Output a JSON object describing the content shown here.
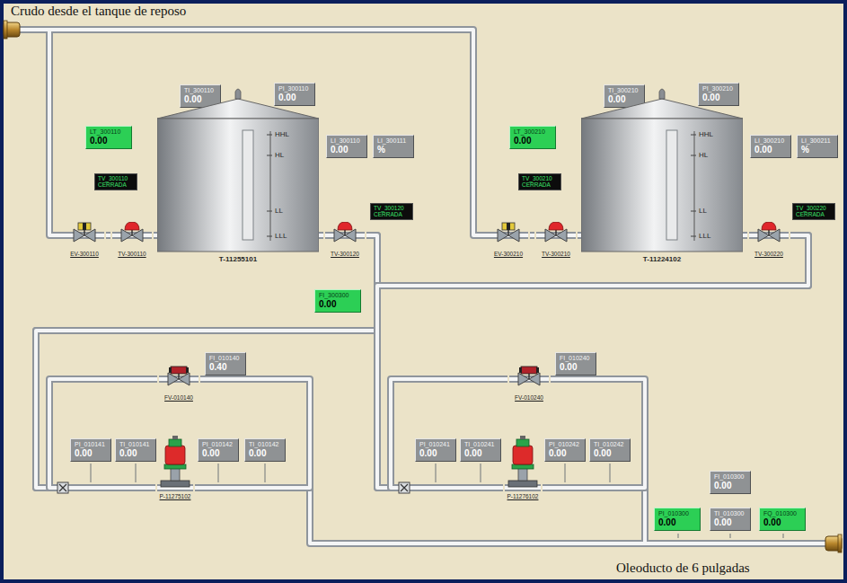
{
  "diagram": {
    "nodes": [
      {
        "text": [
          "TI_300110",
          "0.00"
        ]
      },
      {
        "text": [
          "PI_300110",
          "0.00"
        ]
      },
      {
        "text": [
          "LT_300110",
          "0.00"
        ]
      },
      {
        "text": [
          "TV_300110",
          "CERRADA"
        ]
      },
      {
        "text": [
          "HHL",
          "HL",
          "LL",
          "LLL",
          "T-11255101"
        ]
      },
      {
        "text": [
          "LI_300110",
          "0.00"
        ]
      },
      {
        "text": [
          "LI_300111",
          "%"
        ]
      },
      {
        "text": [
          "EV-300110"
        ]
      },
      {
        "text": [
          "TV-300110"
        ]
      },
      {
        "text": [
          "TV-300120"
        ]
      },
      {
        "text": [
          "TV_300120",
          "CERRADA"
        ]
      },
      {
        "text": [
          "TI_300210",
          "0.00"
        ]
      },
      {
        "text": [
          "PI_300210",
          "0.00"
        ]
      },
      {
        "text": [
          "LT_300210",
          "0.00"
        ]
      },
      {
        "text": [
          "TV_300210",
          "CERRADA"
        ]
      },
      {
        "text": [
          "HHL",
          "HL",
          "LL",
          "LLL",
          "T-11224102"
        ]
      },
      {
        "text": [
          "LI_300210",
          "0.00"
        ]
      },
      {
        "text": [
          "LI_300211",
          "%"
        ]
      },
      {
        "text": [
          "EV-300210"
        ]
      },
      {
        "text": [
          "TV-300210"
        ]
      },
      {
        "text": [
          "TV-300220"
        ]
      },
      {
        "text": [
          "TV_300220",
          "CERRADA"
        ]
      },
      {
        "text": [
          "FI_300300",
          "0.00"
        ]
      },
      {
        "text": [
          "FV-010140"
        ]
      },
      {
        "text": [
          "FI_010140",
          "0.40"
        ]
      },
      {
        "text": [
          "FV-010240"
        ]
      },
      {
        "text": [
          "FI_010240",
          "0.00"
        ]
      },
      {
        "text": [
          "PI_010141",
          "0.00"
        ]
      },
      {
        "text": [
          "TI_010141",
          "0.00"
        ]
      },
      {
        "text": [
          "PI_010142",
          "0.00"
        ]
      },
      {
        "text": [
          "TI_010142",
          "0.00"
        ]
      },
      {
        "text": [
          "P-11275102"
        ]
      },
      {
        "text": [
          "PI_010241",
          "0.00"
        ]
      },
      {
        "text": [
          "TI_010241",
          "0.00"
        ]
      },
      {
        "text": [
          "PI_010242",
          "0.00"
        ]
      },
      {
        "text": [
          "TI_010242",
          "0.00"
        ]
      },
      {
        "text": [
          "P-11276102"
        ]
      },
      {
        "text": [
          "FI_010300",
          "0.00"
        ]
      },
      {
        "text": [
          "PI_010300",
          "0.00"
        ]
      },
      {
        "text": [
          "TI_010300",
          "0.00"
        ]
      },
      {
        "text": [
          "FQ_010300",
          "0.00"
        ]
      }
    ],
    "edges": [
      {
        "from": 7,
        "to": 8,
        "arrow": "none"
      },
      {
        "from": 8,
        "to": 4,
        "arrow": "none"
      },
      {
        "from": 18,
        "to": 19,
        "arrow": "none"
      },
      {
        "from": 19,
        "to": 15,
        "arrow": "none"
      },
      {
        "from": 4,
        "to": 9,
        "arrow": "none"
      },
      {
        "from": 15,
        "to": 20,
        "arrow": "none"
      },
      {
        "from": 9,
        "to": 31,
        "arrow": "none"
      },
      {
        "from": 9,
        "to": 36,
        "arrow": "none"
      },
      {
        "from": 20,
        "to": 31,
        "arrow": "none"
      },
      {
        "from": 20,
        "to": 36,
        "arrow": "none"
      },
      {
        "from": 31,
        "to": 23,
        "arrow": "none"
      },
      {
        "from": 23,
        "to": 31,
        "arrow": "none"
      },
      {
        "from": 36,
        "to": 25,
        "arrow": "none"
      },
      {
        "from": 25,
        "to": 36,
        "arrow": "none"
      }
    ],
    "labels": [
      "Crudo desde el tanque de reposo",
      "Oleoducto de 6 pulgadas"
    ]
  }
}
